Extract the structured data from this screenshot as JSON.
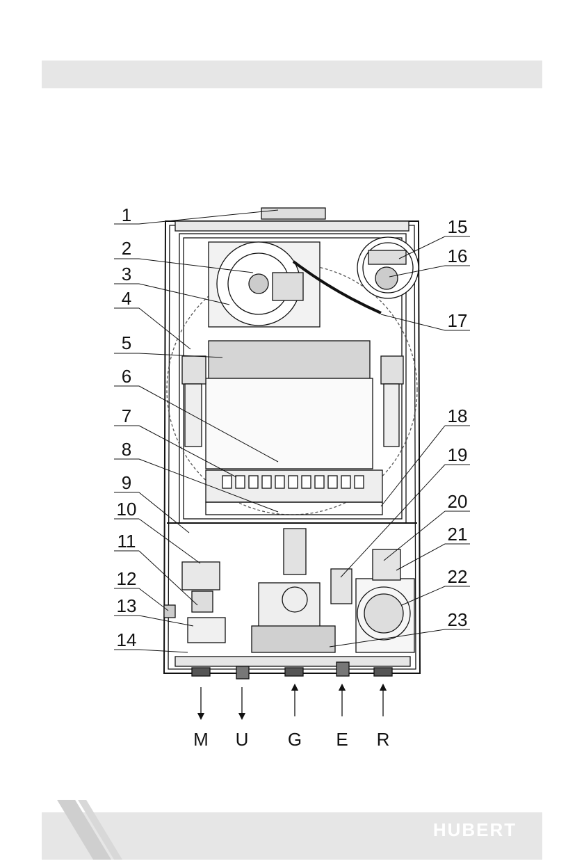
{
  "labels": {
    "left": [
      "1",
      "2",
      "3",
      "4",
      "5",
      "6",
      "7",
      "8",
      "9",
      "10",
      "11",
      "12",
      "13",
      "14"
    ],
    "right": [
      "15",
      "16",
      "17",
      "18",
      "19",
      "20",
      "21",
      "22",
      "23"
    ]
  },
  "connections": [
    "M",
    "U",
    "G",
    "E",
    "R"
  ],
  "brand": "HUBERT",
  "colors": {
    "band": "#e6e6e6",
    "line": "#111111",
    "logo": "#ffffff"
  }
}
